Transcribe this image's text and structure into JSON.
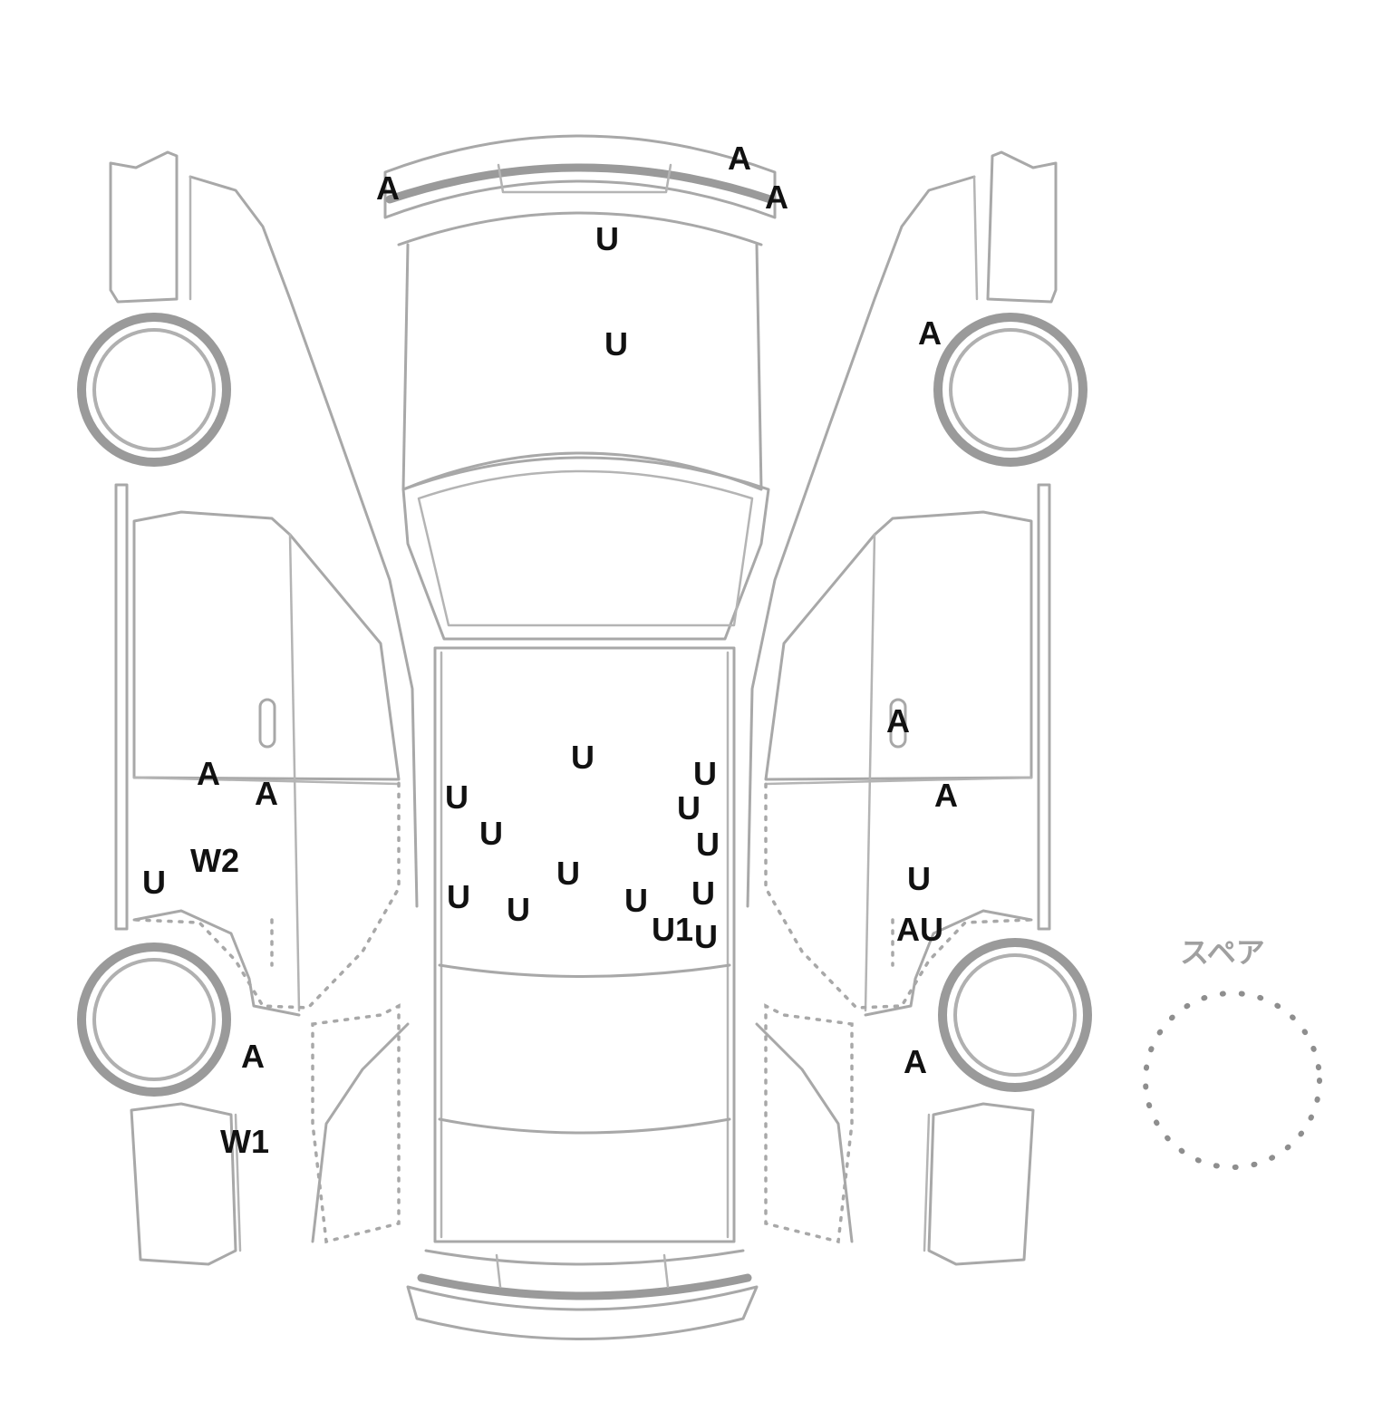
{
  "spare_label": "スペア",
  "marks": [
    {
      "code": "A"
    },
    {
      "code": "A"
    },
    {
      "code": "A"
    },
    {
      "code": "U"
    },
    {
      "code": "U"
    },
    {
      "code": "A"
    },
    {
      "code": "A"
    },
    {
      "code": "A"
    },
    {
      "code": "W2"
    },
    {
      "code": "U"
    },
    {
      "code": "A"
    },
    {
      "code": "W1"
    },
    {
      "code": "U"
    },
    {
      "code": "U"
    },
    {
      "code": "U"
    },
    {
      "code": "U"
    },
    {
      "code": "U"
    },
    {
      "code": "U"
    },
    {
      "code": "U"
    },
    {
      "code": "U"
    },
    {
      "code": "U"
    },
    {
      "code": "U"
    },
    {
      "code": "U"
    },
    {
      "code": "U1"
    },
    {
      "code": "U"
    },
    {
      "code": "A"
    },
    {
      "code": "A"
    },
    {
      "code": "U"
    },
    {
      "code": "AU"
    },
    {
      "code": "A"
    }
  ],
  "colors": {
    "outline": "#a8a8a8",
    "mark_text": "#111111"
  }
}
